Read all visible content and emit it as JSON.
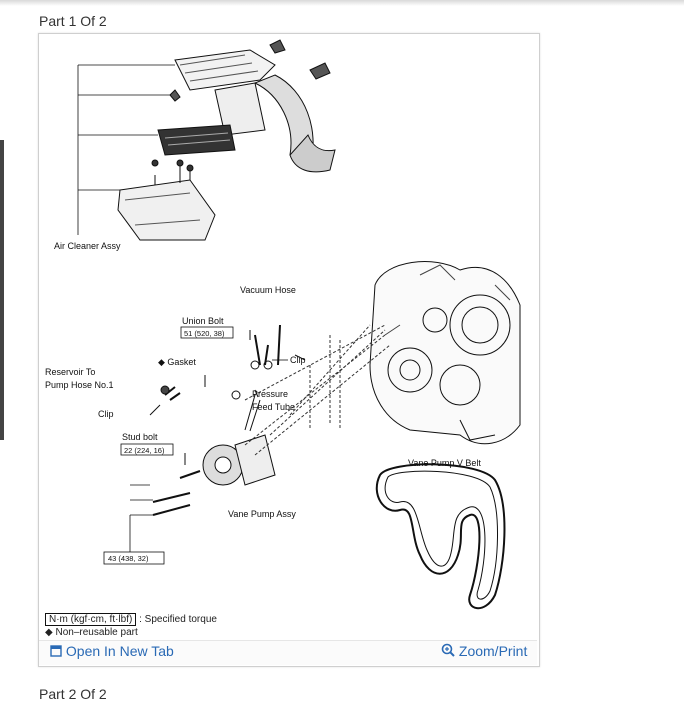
{
  "parts": {
    "part1": "Part 1 Of 2",
    "part2": "Part 2 Of 2"
  },
  "diagram": {
    "labels": {
      "air_cleaner": "Air Cleaner Assy",
      "vacuum_hose": "Vacuum Hose",
      "union_bolt": "Union Bolt",
      "union_bolt_torque": "51 (520, 38)",
      "gasket": "◆ Gasket",
      "clip_right": "Clip",
      "reservoir_line1": "Reservoir To",
      "reservoir_line2": "Pump Hose No.1",
      "pressure_line1": "Pressure",
      "pressure_line2": "Feed Tube",
      "clip_left": "Clip",
      "stud_bolt": "Stud bolt",
      "stud_bolt_torque": "22 (224, 16)",
      "vane_pump_belt": "Vane Pump V Belt",
      "vane_pump_assy": "Vane Pump Assy",
      "bolts_torque": "43 (438, 32)"
    },
    "legend": {
      "unit_key": "N·m (kgf·cm, ft·lbf)",
      "unit_desc": ": Specified torque",
      "nonreusable": "◆  Non–reusable part"
    }
  },
  "toolbar": {
    "open_new_tab": "Open In New Tab",
    "zoom_print": "Zoom/Print"
  },
  "colors": {
    "link": "#2a6ab5",
    "frame": "#cfcfcf"
  }
}
